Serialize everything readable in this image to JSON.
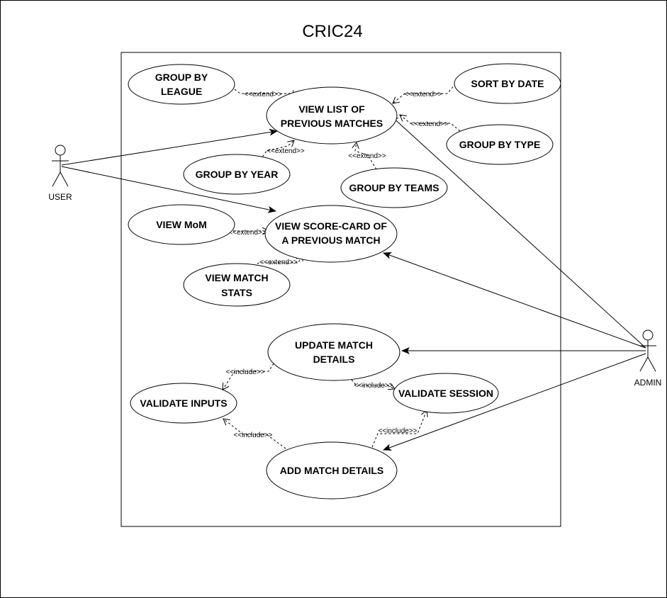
{
  "title": "CRIC24",
  "actors": {
    "user": "USER",
    "admin": "ADMIN"
  },
  "use_cases": {
    "group_league": [
      "GROUP BY",
      "LEAGUE"
    ],
    "view_list": [
      "VIEW LIST OF",
      "PREVIOUS MATCHES"
    ],
    "sort_date": [
      "SORT BY DATE"
    ],
    "group_type": [
      "GROUP BY TYPE"
    ],
    "group_year": [
      "GROUP BY YEAR"
    ],
    "group_teams": [
      "GROUP BY TEAMS"
    ],
    "view_mom": [
      "VIEW MoM"
    ],
    "view_scorecard": [
      "VIEW SCORE-CARD OF",
      "A PREVIOUS MATCH"
    ],
    "view_stats": [
      "VIEW MATCH",
      "STATS"
    ],
    "update_match": [
      "UPDATE MATCH",
      "DETAILS"
    ],
    "validate_inputs": [
      "VALIDATE INPUTS"
    ],
    "validate_session": [
      "VALIDATE SESSION"
    ],
    "add_match": [
      "ADD MATCH DETAILS"
    ]
  },
  "stereotypes": {
    "extend": "<<extend>>",
    "include": "<<include>>"
  }
}
